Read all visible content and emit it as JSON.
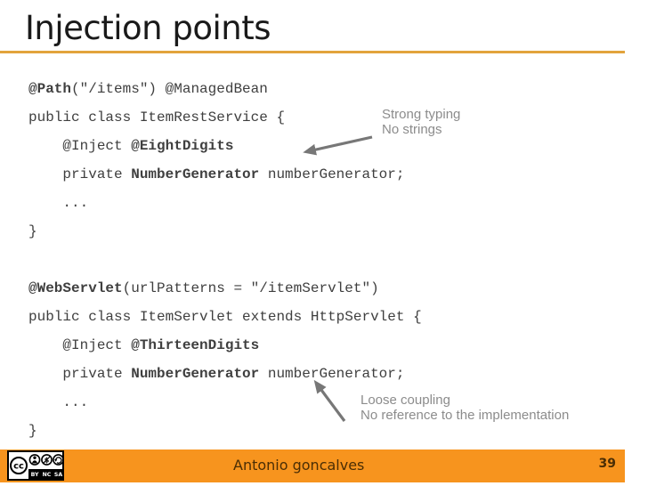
{
  "colors": {
    "accent_underline": "#E2A33C",
    "footer_bar": "#F7941E",
    "code_text": "#3F3F3F",
    "annotation_text": "#8C8C8C",
    "arrow": "#777777",
    "footer_text": "#4B2E05",
    "title_text": "#1A1A1A"
  },
  "slide": {
    "title": "Injection points",
    "footer": {
      "author": "Antonio goncalves",
      "page_number": "39",
      "license_badge": {
        "name": "Creative Commons BY-NC-SA",
        "logo_text": "cc",
        "labels": [
          "BY",
          "NC",
          "SA"
        ]
      }
    }
  },
  "code_blocks": [
    {
      "lines": [
        [
          {
            "t": "@Path",
            "b": true
          },
          {
            "t": "(\"/items\") @ManagedBean",
            "b": false
          }
        ],
        [
          {
            "t": "public class ItemRestService {",
            "b": false
          }
        ],
        [
          {
            "t": "    @Inject ",
            "b": false
          },
          {
            "t": "@EightDigits",
            "b": true
          }
        ],
        [
          {
            "t": "    private ",
            "b": false
          },
          {
            "t": "NumberGenerator",
            "b": true
          },
          {
            "t": " numberGenerator;",
            "b": false
          }
        ],
        [
          {
            "t": "    ...",
            "b": false
          }
        ],
        [
          {
            "t": "}",
            "b": false
          }
        ]
      ]
    },
    {
      "lines": [
        [
          {
            "t": "@WebServlet",
            "b": true
          },
          {
            "t": "(urlPatterns = \"/itemServlet\")",
            "b": false
          }
        ],
        [
          {
            "t": "public class ItemServlet extends HttpServlet {",
            "b": false
          }
        ],
        [
          {
            "t": "    @Inject ",
            "b": false
          },
          {
            "t": "@ThirteenDigits",
            "b": true
          }
        ],
        [
          {
            "t": "    private ",
            "b": false
          },
          {
            "t": "NumberGenerator",
            "b": true
          },
          {
            "t": " numberGenerator;",
            "b": false
          }
        ],
        [
          {
            "t": "    ...",
            "b": false
          }
        ],
        [
          {
            "t": "}",
            "b": false
          }
        ]
      ]
    }
  ],
  "annotations": [
    {
      "lines": [
        "Strong typing",
        "No strings"
      ]
    },
    {
      "lines": [
        "Loose coupling",
        "No reference to the implementation"
      ]
    }
  ]
}
